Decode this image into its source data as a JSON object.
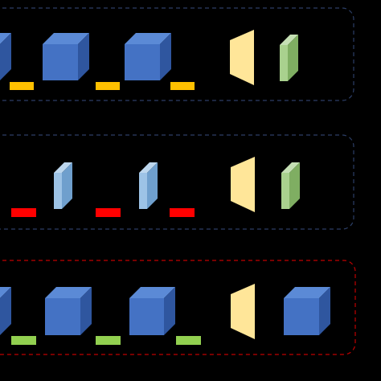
{
  "canvas": {
    "background": "#000000"
  },
  "rows": [
    {
      "id": "row-1",
      "border_color": "#2c3e66",
      "tokens_color": "#ffc000",
      "blocks": [
        "cube",
        "cube",
        "cube",
        "trapezoid",
        "thin-green"
      ]
    },
    {
      "id": "row-2",
      "border_color": "#2c3e66",
      "tokens_color": "#ff0000",
      "blocks": [
        "thin-blue",
        "thin-blue",
        "trapezoid",
        "thin-green"
      ]
    },
    {
      "id": "row-3",
      "border_color": "#c00000",
      "tokens_color": "#92d050",
      "blocks": [
        "cube",
        "cube",
        "cube",
        "trapezoid",
        "cube"
      ]
    }
  ],
  "colors": {
    "cube_front": "#4472c4",
    "cube_top": "#5b8ad6",
    "cube_side": "#2f569f",
    "thin_blue_front": "#9dc3e6",
    "thin_blue_side": "#6f9fcd",
    "thin_green_front": "#a9d18e",
    "thin_green_side": "#7fae62",
    "trapezoid": "#ffe699",
    "connector": "#000000"
  }
}
